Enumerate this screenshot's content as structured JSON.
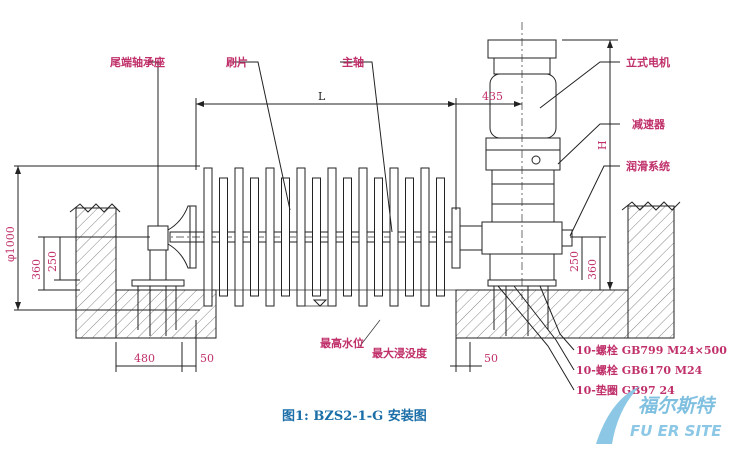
{
  "labels": {
    "tail_bearing": "尾端轴承座",
    "brush": "刷片",
    "main_shaft": "主轴",
    "vertical_motor": "立式电机",
    "reducer": "减速器",
    "lubrication": "润滑系统",
    "max_water_level": "最高水位",
    "max_immersion": "最大浸没度"
  },
  "dimensions": {
    "L": "L",
    "d435": "435",
    "H": "H",
    "diameter": "φ1000",
    "d360_left": "360",
    "d250_left": "250",
    "d250_right": "250",
    "d360_right": "360",
    "d480": "480",
    "d50_left": "50",
    "d50_right": "50"
  },
  "specs": [
    "10-螺栓 GB799 M24×500",
    "10-螺栓 GB6170 M24",
    "10-垫圈 GB97 24"
  ],
  "caption": "图1: BZS2-1-G 安装图",
  "logo": {
    "cn": "福尔斯特",
    "en": "FU ER SITE"
  },
  "colors": {
    "label": "#c0306a",
    "caption": "#1b6ea8",
    "logo": "#7fc0e0"
  }
}
